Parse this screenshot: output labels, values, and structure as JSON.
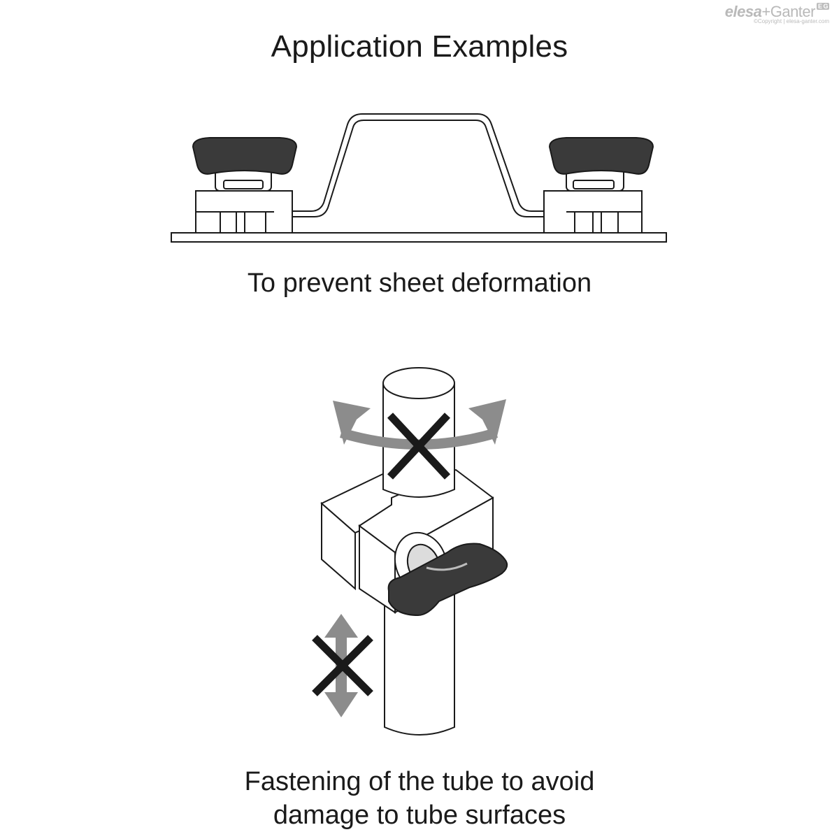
{
  "title": "Application Examples",
  "brand": {
    "name_a": "elesa",
    "plus": "+",
    "name_b": "Ganter",
    "badge": "E G",
    "copyright": "©Copyright | elesa-ganter.com"
  },
  "examples": [
    {
      "caption": "To prevent sheet deformation"
    },
    {
      "caption_line1": "Fastening of the tube to avoid",
      "caption_line2": "damage to tube surfaces"
    }
  ],
  "colors": {
    "line": "#1a1a1a",
    "knob": "#3a3a3a",
    "arrow": "#8c8c8c",
    "cross": "#1a1a1a"
  }
}
